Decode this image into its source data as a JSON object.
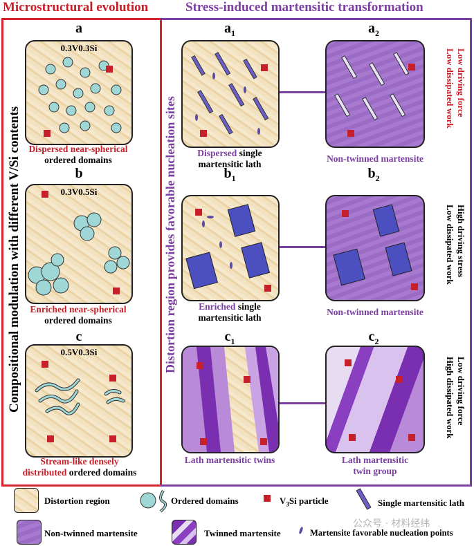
{
  "headers": {
    "left": "Microstructural evolution",
    "right": "Stress-induced martensitic transformation"
  },
  "side": {
    "left": "Compositional modulation with different V/Si contents",
    "middle": "Distortion region provides favorable nucleation sites"
  },
  "panels": {
    "a": {
      "label": "a",
      "comp": "0.3V0.3Si",
      "cap_red": "Dispersed near-spherical",
      "cap_black": "ordered domains"
    },
    "b": {
      "label": "b",
      "comp": "0.3V0.5Si",
      "cap_red": "Enriched near-spherical",
      "cap_black": "ordered domains"
    },
    "c": {
      "label": "c",
      "comp": "0.5V0.3Si",
      "cap_red1": "Stream-like densely",
      "cap_red2": "distributed",
      "cap_black": "ordered domains"
    },
    "a1": {
      "label": "a",
      "sub": "1",
      "cap_pur": "Dispersed",
      "cap_black1": "single",
      "cap_black2": "martensitic lath"
    },
    "a2": {
      "label": "a",
      "sub": "2",
      "cap": "Non-twinned martensite"
    },
    "b1": {
      "label": "b",
      "sub": "1",
      "cap_pur": "Enriched",
      "cap_black1": "single",
      "cap_black2": "martensitic lath"
    },
    "b2": {
      "label": "b",
      "sub": "2",
      "cap": "Non-twinned martensite"
    },
    "c1": {
      "label": "c",
      "sub": "1",
      "cap": "Lath martensitic twins"
    },
    "c2": {
      "label": "c",
      "sub": "2",
      "cap1": "Lath martensitic",
      "cap2": "twin group"
    }
  },
  "right_notes": {
    "a": {
      "l1": "Low driving force",
      "l2": "Low dissipated work"
    },
    "b": {
      "l1": "High driving stress",
      "l2": "Low dissipated work"
    },
    "c": {
      "l1": "Low driving force",
      "l2": "High dissipated work"
    }
  },
  "legend": {
    "distortion": "Distortion region",
    "ordered": "Ordered domains",
    "v3si_pre": "V",
    "v3si_sub": "3",
    "v3si_post": "Si particle",
    "lath": "Single martensitic lath",
    "nontwinned": "Non-twinned martensite",
    "twinned": "Twinned martensite",
    "nucleation": "Martensite favorable nucleation points"
  },
  "watermark": "公众号 · 材料经纬",
  "colors": {
    "red": "#c8202a",
    "purple": "#7a3fa0"
  }
}
